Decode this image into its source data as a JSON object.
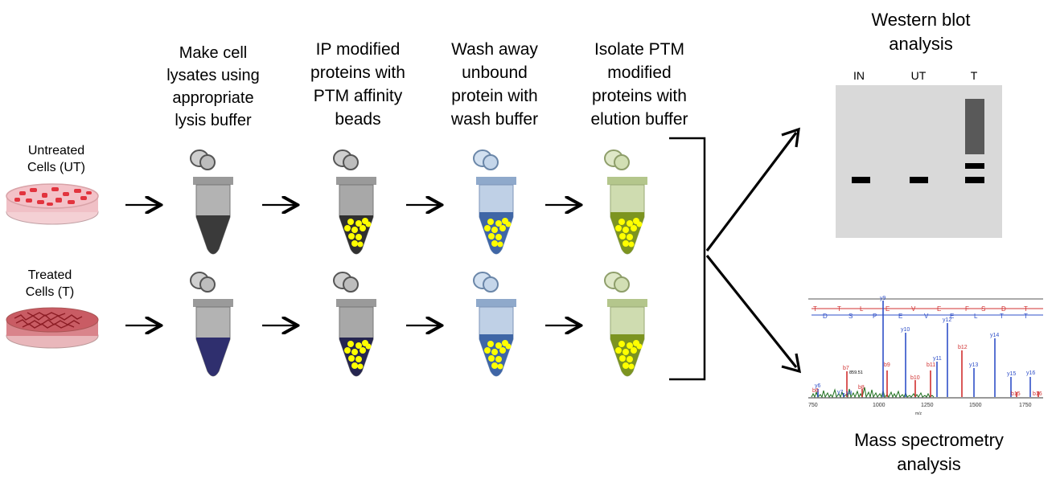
{
  "cells": {
    "untreated": "Untreated\nCells  (UT)",
    "treated": "Treated\nCells  (T)"
  },
  "steps": [
    {
      "title": "Make cell\nlysates using\nappropriate\nlysis buffer"
    },
    {
      "title": "IP modified\nproteins with\nPTM affinity\nbeads"
    },
    {
      "title": "Wash away\nunbound\nprotein with\nwash buffer"
    },
    {
      "title": "Isolate PTM\nmodified\nproteins with\nelution buffer"
    }
  ],
  "western_blot": {
    "title": "Western blot\nanalysis",
    "lanes": [
      "IN",
      "UT",
      "T"
    ]
  },
  "mass_spec": {
    "title": "Mass spectrometry\nanalysis",
    "x_ticks": [
      "750",
      "1000",
      "1250",
      "1500",
      "1750"
    ],
    "x_label": "m/z",
    "peak_labels": {
      "blue": [
        "y9",
        "y10",
        "y12",
        "y14",
        "y11",
        "y13",
        "y15",
        "y16",
        "y6",
        "y7",
        "y8"
      ],
      "red": [
        "b7",
        "b9",
        "b12",
        "b11",
        "b10",
        "b8",
        "b6",
        "b15",
        "b16"
      ],
      "other": [
        "859.51"
      ]
    },
    "sequence_top": [
      "T",
      "T",
      "L",
      "E",
      "V",
      "E",
      "F",
      "S",
      "D",
      "T"
    ],
    "sequence_bottom": [
      "D",
      "S",
      "P",
      "E",
      "V",
      "E",
      "L",
      "T",
      "T"
    ]
  },
  "colors": {
    "dish_untreated": "#e8a0a8",
    "dish_treated": "#b5484f",
    "tube_gray": "#8a8a8a",
    "tube_blue": "#9db5d6",
    "tube_green": "#b5c98a",
    "bead": "#ffff00",
    "gel": "#d9d9d9"
  }
}
